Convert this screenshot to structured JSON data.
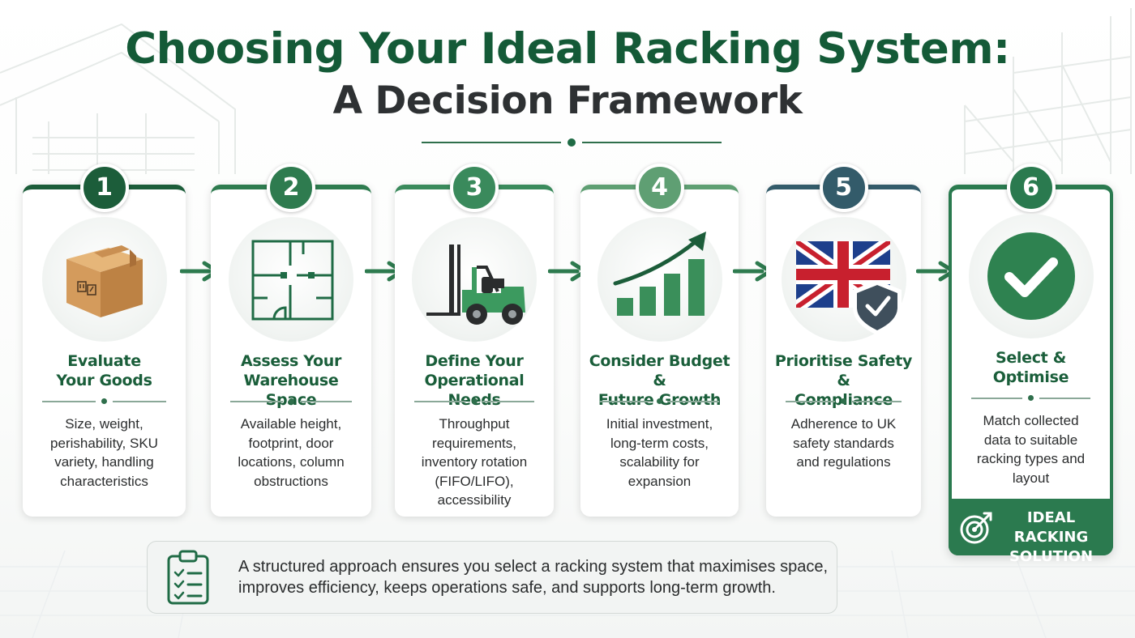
{
  "title": {
    "line1": "Choosing Your Ideal Racking System:",
    "line2": "A Decision Framework"
  },
  "colors": {
    "primary": "#145a37",
    "step1": "#1c5d3a",
    "step2": "#2e7b4f",
    "step3": "#3a8a5c",
    "step4": "#5f9f73",
    "step5": "#335b6a",
    "step6": "#2a7a4f"
  },
  "steps": [
    {
      "number": "1",
      "icon": "cardboard-box-icon",
      "title_lines": [
        "Evaluate",
        "Your Goods"
      ],
      "desc_lines": [
        "Size, weight,",
        "perishability, SKU",
        "variety, handling",
        "characteristics"
      ]
    },
    {
      "number": "2",
      "icon": "floor-plan-icon",
      "title_lines": [
        "Assess Your",
        "Warehouse Space"
      ],
      "desc_lines": [
        "Available height,",
        "footprint, door",
        "locations, column",
        "obstructions"
      ]
    },
    {
      "number": "3",
      "icon": "forklift-icon",
      "title_lines": [
        "Define Your",
        "Operational Needs"
      ],
      "desc_lines": [
        "Throughput",
        "requirements,",
        "inventory rotation",
        "(FIFO/LIFO),",
        "accessibility"
      ]
    },
    {
      "number": "4",
      "icon": "growth-chart-icon",
      "title_lines": [
        "Consider Budget &",
        "Future Growth"
      ],
      "desc_lines": [
        "Initial investment,",
        "long-term costs,",
        "scalability for",
        "expansion"
      ]
    },
    {
      "number": "5",
      "icon": "uk-flag-shield-icon",
      "title_lines": [
        "Prioritise Safety &",
        "Compliance"
      ],
      "desc_lines": [
        "Adherence to UK",
        "safety standards",
        "and regulations"
      ]
    },
    {
      "number": "6",
      "icon": "checkmark-icon",
      "title_lines": [
        "Select &",
        "Optimise"
      ],
      "desc_lines": [
        "Match collected",
        "data to suitable",
        "racking types and",
        "layout"
      ],
      "footer_lines": [
        "IDEAL RACKING",
        "SOLUTION"
      ]
    }
  ],
  "summary": {
    "icon": "clipboard-checklist-icon",
    "lines": [
      "A structured approach ensures you select a racking system that maximises space,",
      "improves efficiency, keeps operations safe, and supports long-term growth."
    ]
  }
}
